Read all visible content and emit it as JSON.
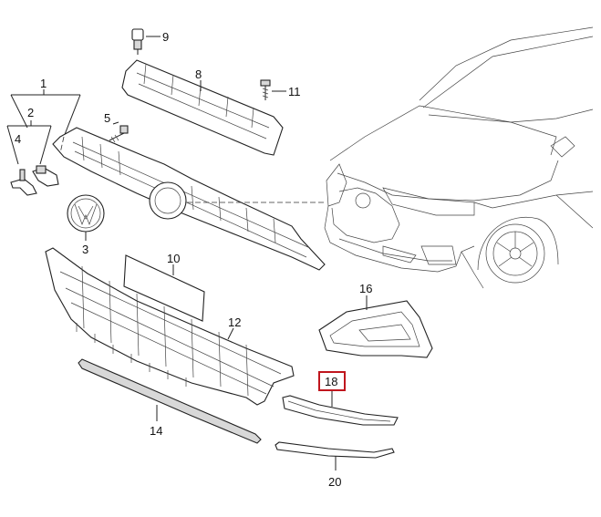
{
  "labels": {
    "l1": "1",
    "l2": "2",
    "l3": "3",
    "l4": "4",
    "l5": "5",
    "l8": "8",
    "l9": "9",
    "l10": "10",
    "l11": "11",
    "l12": "12",
    "l14": "14",
    "l16": "16",
    "l18": "18",
    "l20": "20"
  },
  "highlight": {
    "color": "#c0161d"
  }
}
